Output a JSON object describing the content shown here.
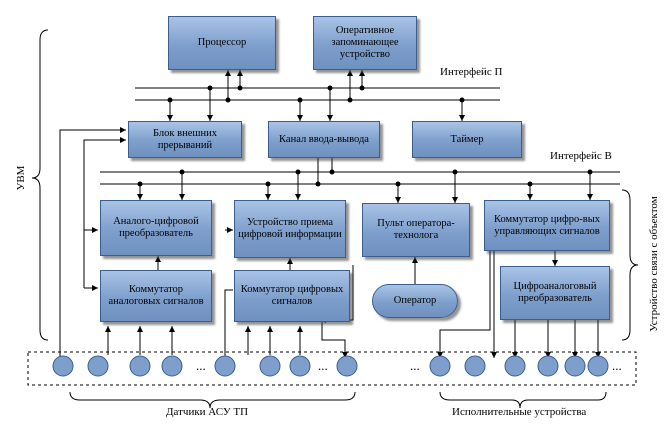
{
  "blocks": {
    "processor": "Процессор",
    "ram": "Оперативное запоминающее устройство",
    "interrupts": "Блок внешних прерываний",
    "io_channel": "Канал ввода-вывода",
    "timer": "Таймер",
    "adc": "Аналого-цифровой преобразователь",
    "digital_input": "Устройство приема цифровой информации",
    "operator_panel": "Пульт оператора-технолога",
    "digital_control_switch": "Коммутатор цифро-вых управляющих сигналов",
    "analog_switch": "Коммутатор аналоговых сигналов",
    "digital_switch": "Коммутатор цифровых сигналов",
    "operator": "Оператор",
    "dac": "Цифроаналоговый преобразователь"
  },
  "labels": {
    "interface_p": "Интерфейс П",
    "interface_v": "Интерфейс В",
    "uvm": "УВМ",
    "object_link": "Устройство связи с объектом",
    "sensors": "Датчики АСУ ТП",
    "actuators": "Исполнительные устройства",
    "ellipsis": "..."
  },
  "colors": {
    "block_fill_top": "#a9c3e6",
    "block_fill_bottom": "#6f91c0",
    "circle_fill": "#7e9fcc",
    "line": "#000000"
  }
}
